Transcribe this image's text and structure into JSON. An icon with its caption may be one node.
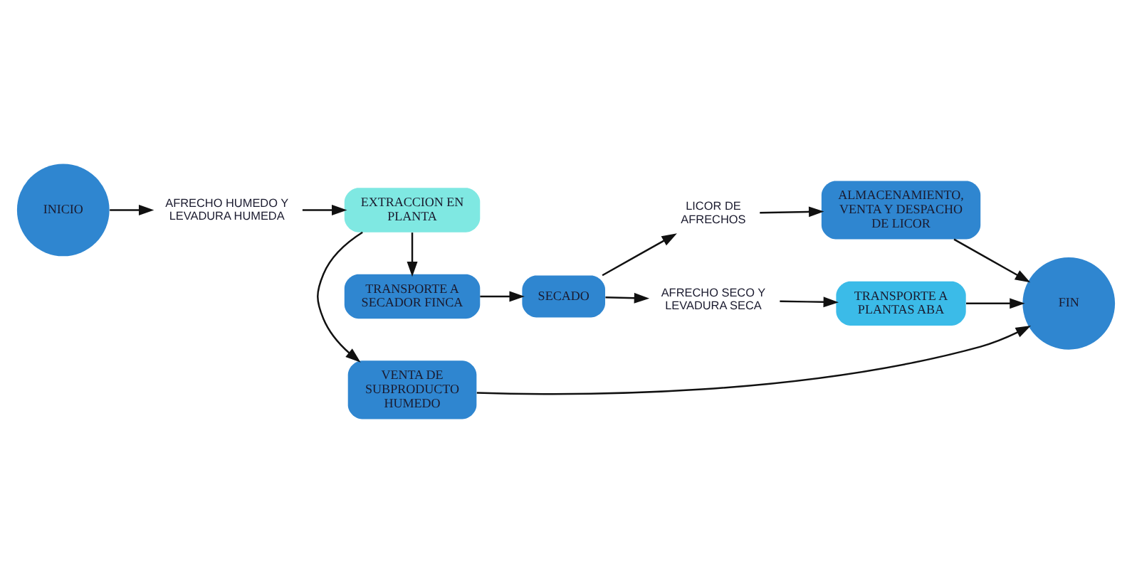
{
  "diagram": {
    "nodes": [
      {
        "text": [
          "VENTA DE SUBPRODUCTO HUMEDO"
        ]
      },
      {
        "text": [
          "INICIO"
        ]
      },
      {
        "text": [
          "AFRECHO HUMEDO Y LEVADURA HUMEDA"
        ]
      },
      {
        "text": [
          "EXTRACCION EN PLANTA"
        ]
      },
      {
        "text": [
          "TRANSPORTE A PLANTAS ABA"
        ]
      },
      {
        "text": [
          "FIN"
        ]
      },
      {
        "text": [
          "TRANSPORTE A SECADOR FINCA"
        ]
      },
      {
        "text": [
          "SECADO"
        ]
      },
      {
        "text": [
          "AFRECHO SECO Y LEVADURA SECA"
        ]
      },
      {
        "text": [
          "LICOR DE AFRECHOS"
        ]
      },
      {
        "text": [
          "ALMACENAMIENTO, VENTA Y DESPACHO DE LICOR"
        ]
      }
    ],
    "edges": [
      {
        "from": 1,
        "to": 2,
        "arrow": "to"
      },
      {
        "from": 2,
        "to": 3,
        "arrow": "to"
      },
      {
        "from": 3,
        "to": 0,
        "arrow": "to"
      },
      {
        "from": 3,
        "to": 6,
        "arrow": "to"
      },
      {
        "from": 6,
        "to": 7,
        "arrow": "to"
      },
      {
        "from": 7,
        "to": 8,
        "arrow": "to"
      },
      {
        "from": 8,
        "to": 4,
        "arrow": "to"
      },
      {
        "from": 7,
        "to": 9,
        "arrow": "to"
      },
      {
        "from": 9,
        "to": 10,
        "arrow": "to"
      },
      {
        "from": 0,
        "to": 5,
        "arrow": "to"
      },
      {
        "from": 4,
        "to": 5,
        "arrow": "to"
      },
      {
        "from": 10,
        "to": 5,
        "arrow": "to"
      }
    ]
  }
}
